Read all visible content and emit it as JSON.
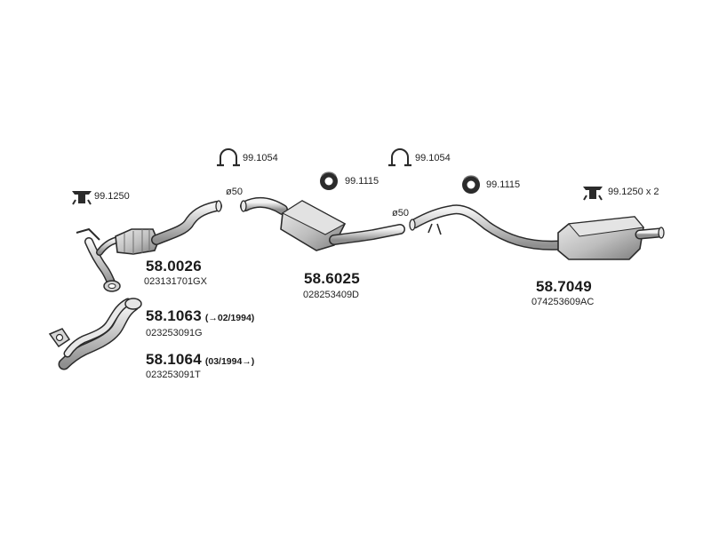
{
  "parts": {
    "catalyst": {
      "number": "58.0026",
      "oe": "023131701GX"
    },
    "front_pipe_a": {
      "number": "58.1063",
      "note": "(→02/1994)",
      "oe": "023253091G"
    },
    "front_pipe_b": {
      "number": "58.1064",
      "note": "(03/1994→)",
      "oe": "023253091T"
    },
    "middle_silencer": {
      "number": "58.6025",
      "oe": "028253409D"
    },
    "rear_silencer": {
      "number": "58.7049",
      "oe": "074253609AC"
    }
  },
  "hardware": {
    "hanger_left": "99.1250",
    "clamp_1": "99.1054",
    "clamp_2": "99.1054",
    "ring_1": "99.1115",
    "ring_2": "99.1115",
    "hanger_right": "99.1250 x 2"
  },
  "diameters": {
    "d1": "ø50",
    "d2": "ø50"
  },
  "colors": {
    "line": "#2a2a2a",
    "part_fill": "#d6d6d6",
    "part_shade": "#a8a8a8",
    "rubber": "#2b2b2b"
  }
}
